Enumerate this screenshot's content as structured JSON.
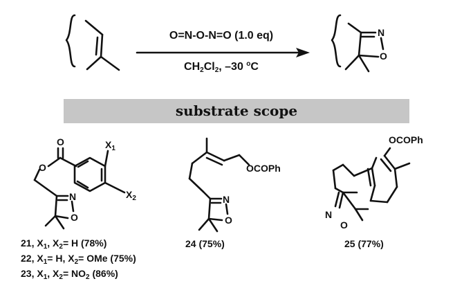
{
  "reaction": {
    "reagent": "O=N-O-N=O (1.0 eq)",
    "conditions_prefix": "CH",
    "conditions_sub": "2",
    "conditions_mid": "Cl",
    "conditions_sub2": "2",
    "conditions_suffix": ", –30 ",
    "conditions_deg": "o",
    "conditions_unit": "C"
  },
  "banner": {
    "label": "substrate scope",
    "color": "#c6c6c6"
  },
  "atoms": {
    "N": "N",
    "O": "O",
    "ocoph": "OCOPh",
    "x1": "X",
    "x1_sub": "1",
    "x2": "X",
    "x2_sub": "2"
  },
  "compounds": {
    "c21": {
      "prefix": "21, X",
      "s1": "1",
      "mid": ", X",
      "s2": "2",
      "tail": "= H (78%)"
    },
    "c22": {
      "prefix": "22, X",
      "s1": "1",
      "mid": "= H, X",
      "s2": "2",
      "tail": "= OMe (75%)"
    },
    "c23": {
      "prefix": "23, X",
      "s1": "1",
      "mid": ", X",
      "s2": "2",
      "tail": "= NO",
      "s3": "2",
      "tail2": " (86%)"
    },
    "c24": "24 (75%)",
    "c25": "25 (77%)"
  }
}
